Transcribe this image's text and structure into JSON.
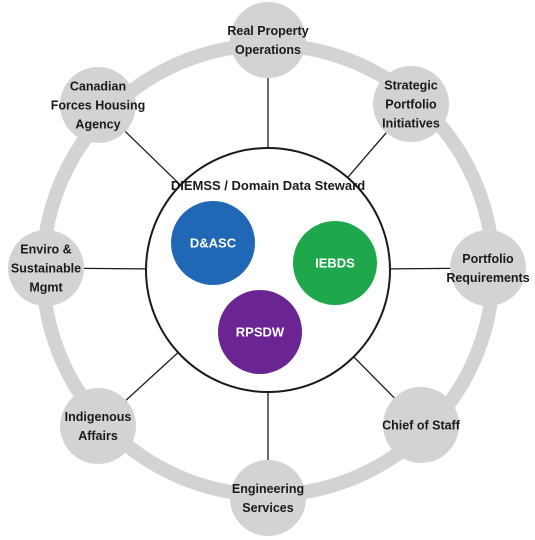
{
  "center": {
    "title": "DIEMSS / Domain Data Steward",
    "bubbles": [
      {
        "label": "D&ASC",
        "color": "#2067b5",
        "icon": "d-asc-bubble"
      },
      {
        "label": "IEBDS",
        "color": "#1ea84b",
        "icon": "iebds-bubble"
      },
      {
        "label": "RPSDW",
        "color": "#6b2592",
        "icon": "rpsdw-bubble"
      }
    ]
  },
  "nodes": [
    {
      "name": "real-property-operations",
      "lines": [
        "Real Property",
        "Operations"
      ]
    },
    {
      "name": "strategic-portfolio-initiatives",
      "lines": [
        "Strategic",
        "Portfolio",
        "Initiatives"
      ]
    },
    {
      "name": "portfolio-requirements",
      "lines": [
        "Portfolio",
        "Requirements"
      ]
    },
    {
      "name": "chief-of-staff",
      "lines": [
        "Chief of Staff"
      ]
    },
    {
      "name": "engineering-services",
      "lines": [
        "Engineering",
        "Services"
      ]
    },
    {
      "name": "indigenous-affairs",
      "lines": [
        "Indigenous",
        "Affairs"
      ]
    },
    {
      "name": "enviro-sustainable-mgmt",
      "lines": [
        "Enviro &",
        "Sustainable",
        "Mgmt"
      ]
    },
    {
      "name": "canadian-forces-housing-agency",
      "lines": [
        "Canadian",
        "Forces Housing",
        "Agency"
      ]
    }
  ],
  "colors": {
    "ring": "#d3d3d3",
    "node_fill": "#d3d3d3",
    "spoke": "#1a1a1a",
    "center_stroke": "#1a1a1a",
    "center_fill": "#ffffff"
  }
}
